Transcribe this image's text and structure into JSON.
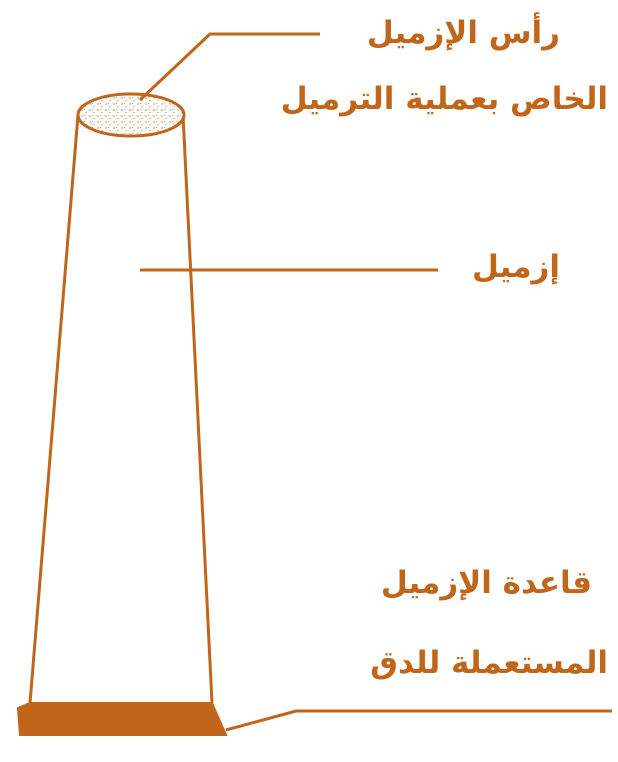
{
  "labels": {
    "tip_line1": "رأس الإزميل",
    "tip_line2": "الخاص بعملية الترميل",
    "body": "إزميل",
    "base_line1": "قاعدة الإزميل",
    "base_line2": "المستعملة للدق"
  },
  "colors": {
    "outline": "#c0651a",
    "base_fill": "#c0651a",
    "text": "#c0651a",
    "tip_speckle": "#d9a574"
  }
}
